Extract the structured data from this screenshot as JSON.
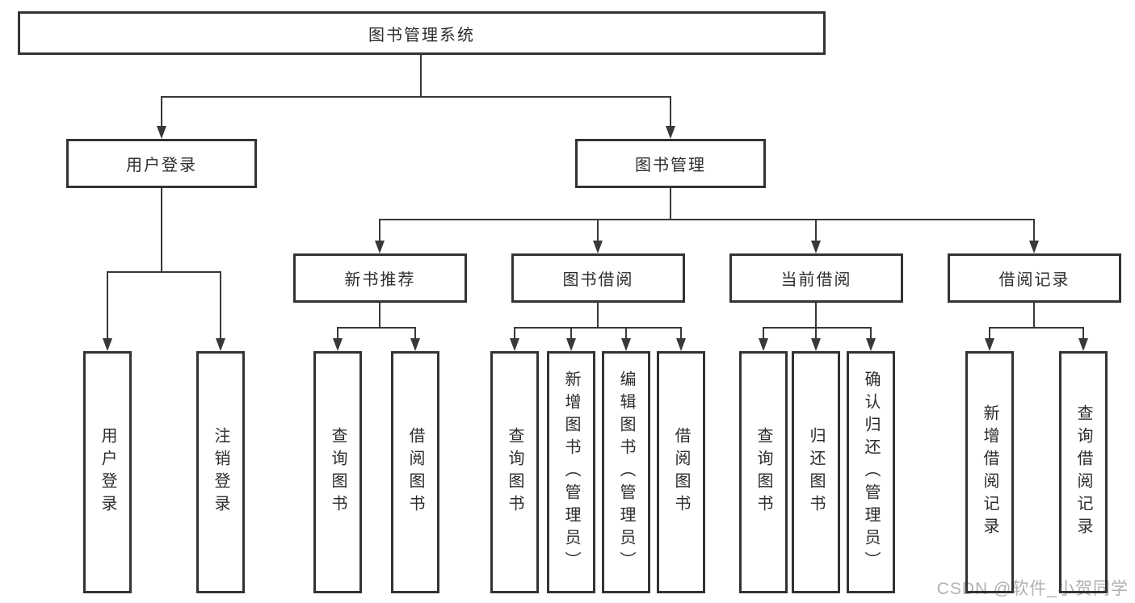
{
  "tree": {
    "label": "图书管理系统",
    "children": [
      {
        "label": "用户登录",
        "children": [
          {
            "label": "用户登录"
          },
          {
            "label": "注销登录"
          }
        ]
      },
      {
        "label": "图书管理",
        "children": [
          {
            "label": "新书推荐",
            "children": [
              {
                "label": "查询图书"
              },
              {
                "label": "借阅图书"
              }
            ]
          },
          {
            "label": "图书借阅",
            "children": [
              {
                "label": "查询图书"
              },
              {
                "label": "新增图书（管理员）"
              },
              {
                "label": "编辑图书（管理员）"
              },
              {
                "label": "借阅图书"
              }
            ]
          },
          {
            "label": "当前借阅",
            "children": [
              {
                "label": "查询图书"
              },
              {
                "label": "归还图书"
              },
              {
                "label": "确认归还（管理员）"
              }
            ]
          },
          {
            "label": "借阅记录",
            "children": [
              {
                "label": "新增借阅记录"
              },
              {
                "label": "查询借阅记录"
              }
            ]
          }
        ]
      }
    ]
  },
  "watermark": {
    "text": "CSDN @软件_小贺同学"
  },
  "colors": {
    "line": "#383838",
    "box_border": "#333333",
    "text": "#2d2d2d",
    "watermark": "#b0b0b0",
    "background": "#ffffff"
  }
}
